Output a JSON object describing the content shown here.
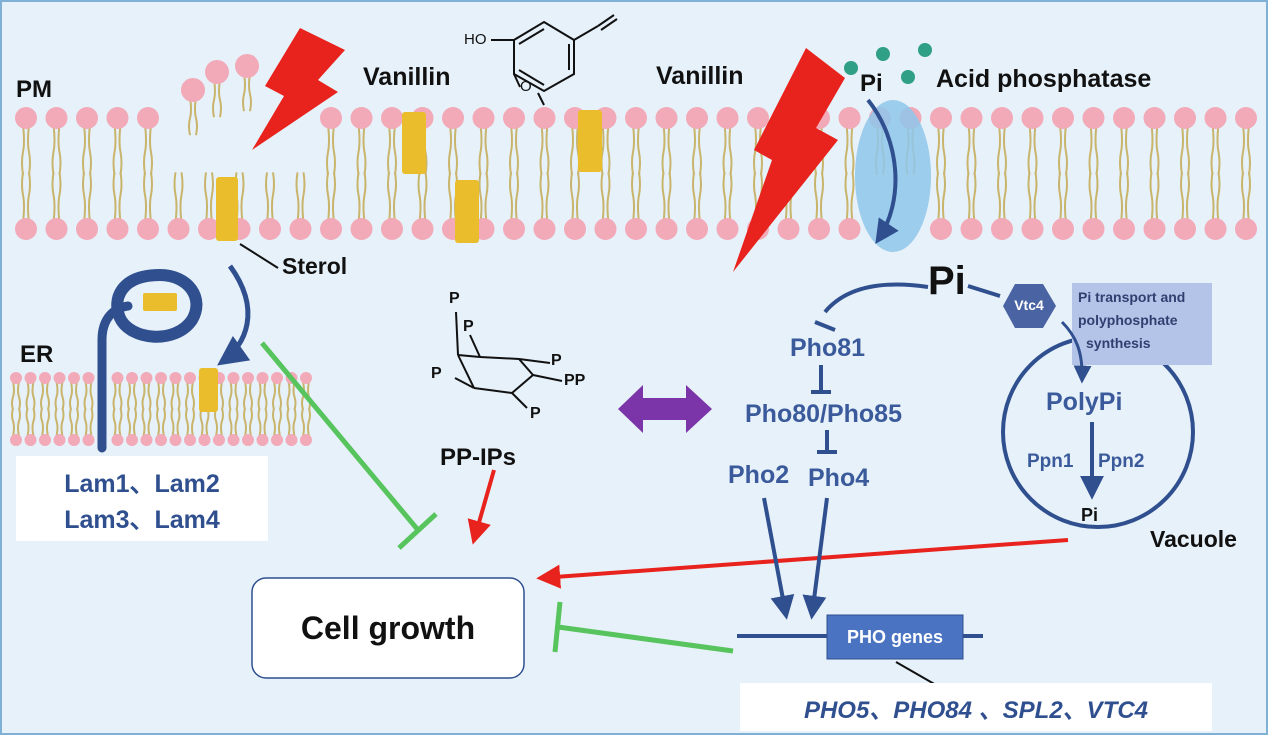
{
  "labels": {
    "pm": "PM",
    "er": "ER",
    "vanillin_left": "Vanillin",
    "vanillin_right": "Vanillin",
    "molecule_ho": "HO",
    "molecule_o": "O",
    "pi_top": "Pi",
    "acid_phosphatase": "Acid phosphatase",
    "sterol": "Sterol",
    "pi_main": "Pi",
    "vtc4": "Vtc4",
    "pi_transport": [
      "Pi transport and",
      "polyphosphate",
      "synthesis"
    ],
    "polypi": "PolyPi",
    "ppn1": "Ppn1",
    "ppn2": "Ppn2",
    "pi_vacuole": "Pi",
    "vacuole": "Vacuole",
    "pho81": "Pho81",
    "pho80_85": "Pho80/Pho85",
    "pho2": "Pho2",
    "pho4": "Pho4",
    "pho_genes": "PHO genes",
    "gene_list": "PHO5、PHO84 、SPL2、VTC4",
    "lam_line1": "Lam1、Lam2",
    "lam_line2": "Lam3、Lam4",
    "pp_ips": "PP-IPs",
    "ring_p": [
      "P",
      "P",
      "P",
      "P",
      "PP",
      "P"
    ],
    "cell_growth": "Cell growth"
  },
  "colors": {
    "background": "#e7f1f9",
    "frame": "#7fb1d6",
    "lipid_head": "#f2a9b8",
    "lipid_tail": "#c9b46c",
    "sterol": "#e9bd2c",
    "pathway": "#2f4f8f",
    "activate": "#e8231d",
    "inhibit": "#57c45e",
    "exchange": "#7c34a9",
    "transporter": "#8ec7eb",
    "vtc4": "#4a64a3",
    "info_box": "#b3c4e8",
    "pi_dot": "#2f9f86"
  }
}
